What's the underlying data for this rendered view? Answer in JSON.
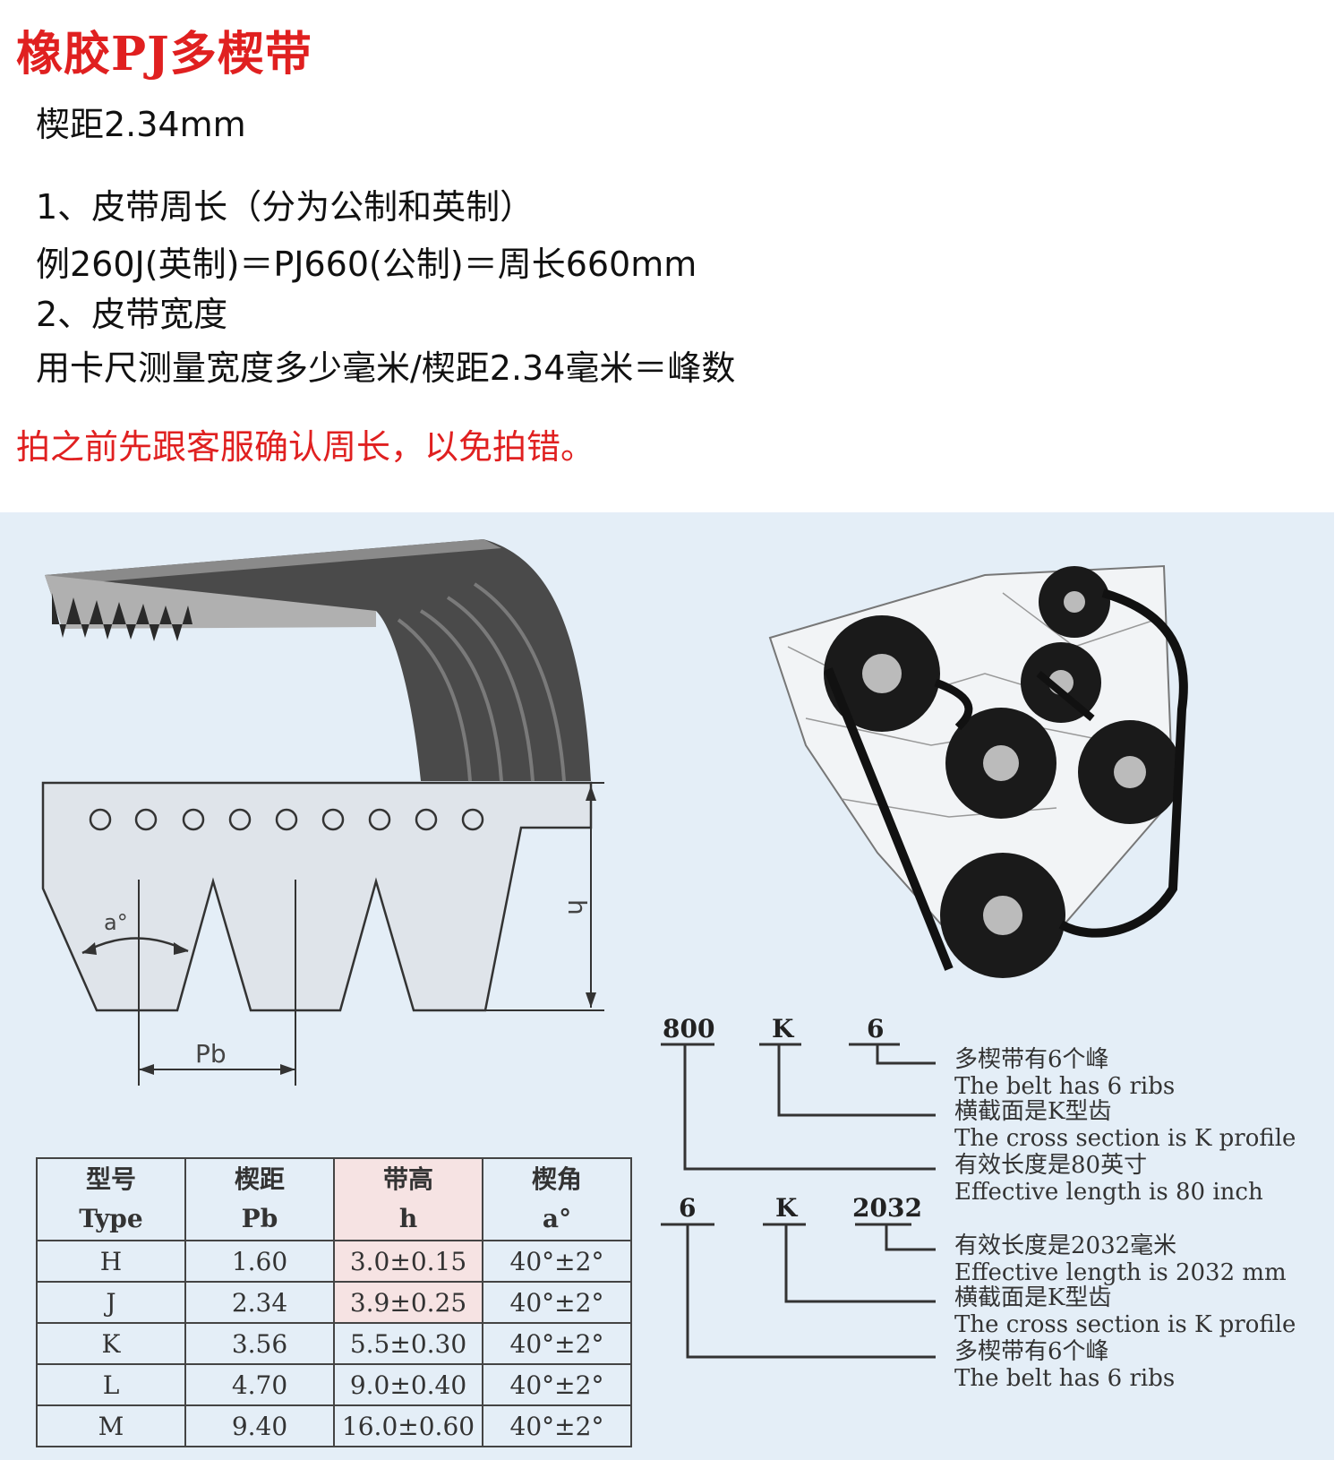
{
  "header": {
    "title": "橡胶PJ多楔带",
    "pitch": "楔距2.34mm",
    "item1": "1、皮带周长（分为公制和英制）",
    "example": "例260J(英制)＝PJ660(公制)＝周长660mm",
    "item2": "2、皮带宽度",
    "formula": "用卡尺测量宽度多少毫米/楔距2.34毫米＝峰数",
    "note": "拍之前先跟客服确认周长，以免拍错。"
  },
  "diagram": {
    "angle_label": "a°",
    "pitch_label": "Pb",
    "height_label": "h"
  },
  "table": {
    "headers": [
      {
        "cn": "型号",
        "en": "Type"
      },
      {
        "cn": "楔距",
        "en": "Pb"
      },
      {
        "cn": "带高",
        "en": "h"
      },
      {
        "cn": "楔角",
        "en": "a°"
      }
    ],
    "rows": [
      [
        "H",
        "1.60",
        "3.0±0.15",
        "40°±2°"
      ],
      [
        "J",
        "2.34",
        "3.9±0.25",
        "40°±2°"
      ],
      [
        "K",
        "3.56",
        "5.5±0.30",
        "40°±2°"
      ],
      [
        "L",
        "4.70",
        "9.0±0.40",
        "40°±2°"
      ],
      [
        "M",
        "9.40",
        "16.0±0.60",
        "40°±2°"
      ]
    ]
  },
  "codes": {
    "example1": [
      "800",
      "K",
      "6"
    ],
    "example2": [
      "6",
      "K",
      "2032"
    ],
    "ex1_labels": [
      {
        "cn": "多楔带有6个峰",
        "en": "The belt has 6 ribs"
      },
      {
        "cn": "横截面是K型齿",
        "en": "The cross section is K profile"
      },
      {
        "cn": "有效长度是80英寸",
        "en": "Effective length is 80 inch"
      }
    ],
    "ex2_labels": [
      {
        "cn": "有效长度是2032毫米",
        "en": "Effective length is 2032 mm"
      },
      {
        "cn": "横截面是K型齿",
        "en": "The cross section is K profile"
      },
      {
        "cn": "多楔带有6个峰",
        "en": "The belt has 6 ribs"
      }
    ]
  }
}
